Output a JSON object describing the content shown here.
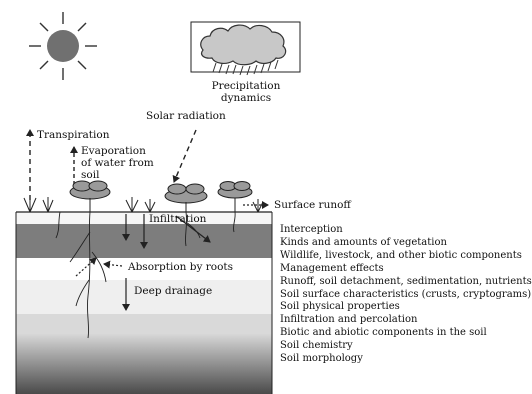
{
  "labels": {
    "precipitation": [
      "Precipitation",
      "dynamics"
    ],
    "solar_radiation": "Solar radiation",
    "transpiration": "Transpiration",
    "evaporation": [
      "Evaporation",
      "of water from",
      "soil"
    ],
    "surface_runoff": "Surface runoff",
    "infiltration": "Infiltration",
    "absorption": "Absorption by roots",
    "deep_drainage": "Deep drainage"
  },
  "factors": [
    "Interception",
    "Kinds and amounts of vegetation",
    "Wildlife, livestock, and other biotic components",
    "Management effects",
    "Runoff, soil detachment, sedimentation, nutrients",
    "Soil surface characteristics (crusts, cryptograms)",
    "Soil physical properties",
    "Infiltration and percolation",
    "Biotic and abiotic components in the soil",
    "Soil chemistry",
    "Soil morphology"
  ],
  "colors": {
    "sun": "#707070",
    "cloud": "#c8c8c8",
    "soil_top": "#f6f6f6",
    "soil_dark": "#7d7d7d",
    "soil_bottom": "#4a4a4a",
    "line": "#222222"
  }
}
